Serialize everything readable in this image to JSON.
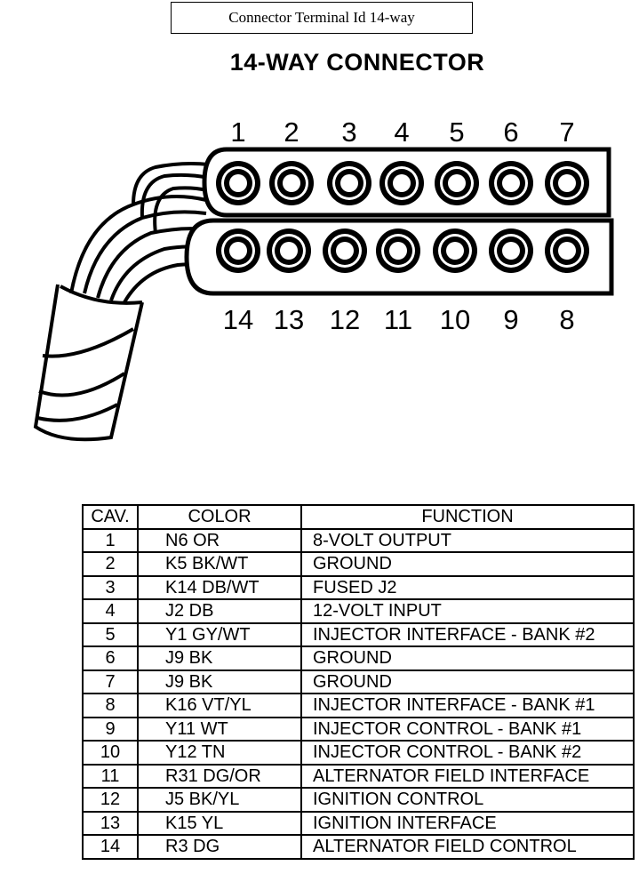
{
  "caption": "Connector Terminal Id 14-way",
  "title": "14-WAY CONNECTOR",
  "top_row_labels": [
    "1",
    "2",
    "3",
    "4",
    "5",
    "6",
    "7"
  ],
  "bottom_row_labels": [
    "14",
    "13",
    "12",
    "11",
    "10",
    "9",
    "8"
  ],
  "table": {
    "headers": {
      "cav": "CAV.",
      "color": "COLOR",
      "function": "FUNCTION"
    },
    "rows": [
      {
        "cav": "1",
        "color": "N6 OR",
        "function": "8-VOLT OUTPUT"
      },
      {
        "cav": "2",
        "color": "K5 BK/WT",
        "function": "GROUND"
      },
      {
        "cav": "3",
        "color": "K14 DB/WT",
        "function": "FUSED J2"
      },
      {
        "cav": "4",
        "color": "J2 DB",
        "function": "12-VOLT INPUT"
      },
      {
        "cav": "5",
        "color": "Y1 GY/WT",
        "function": "INJECTOR INTERFACE - BANK #2"
      },
      {
        "cav": "6",
        "color": "J9 BK",
        "function": "GROUND"
      },
      {
        "cav": "7",
        "color": "J9 BK",
        "function": "GROUND"
      },
      {
        "cav": "8",
        "color": "K16 VT/YL",
        "function": "INJECTOR INTERFACE - BANK #1"
      },
      {
        "cav": "9",
        "color": "Y11 WT",
        "function": "INJECTOR CONTROL - BANK #1"
      },
      {
        "cav": "10",
        "color": "Y12 TN",
        "function": "INJECTOR CONTROL - BANK #2"
      },
      {
        "cav": "11",
        "color": "R31 DG/OR",
        "function": "ALTERNATOR FIELD INTERFACE"
      },
      {
        "cav": "12",
        "color": "J5 BK/YL",
        "function": "IGNITION CONTROL"
      },
      {
        "cav": "13",
        "color": "K15 YL",
        "function": "IGNITION INTERFACE"
      },
      {
        "cav": "14",
        "color": "R3 DG",
        "function": "ALTERNATOR FIELD CONTROL"
      }
    ]
  }
}
